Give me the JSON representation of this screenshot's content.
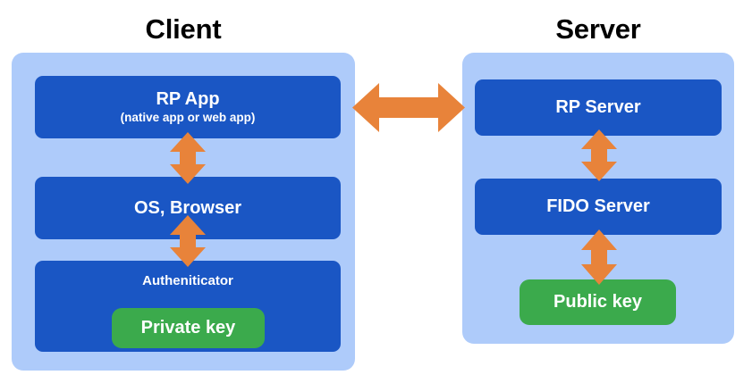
{
  "diagram": {
    "title_left": "Client",
    "title_right": "Server",
    "colors": {
      "background": "#ffffff",
      "panel": "#aecbfa",
      "node": "#1a56c4",
      "key": "#3baa4c",
      "arrow": "#e8833a",
      "text_light": "#ffffff",
      "text_dark": "#000000"
    }
  },
  "client": {
    "title": "Client",
    "nodes": {
      "rp_app": {
        "title": "RP App",
        "subtitle": "(native app or web app)"
      },
      "os_browser": {
        "title": "OS, Browser"
      },
      "authenticator": {
        "title": "Autheniticator",
        "key": "Private key"
      }
    }
  },
  "server": {
    "title": "Server",
    "nodes": {
      "rp_server": {
        "title": "RP Server"
      },
      "fido_server": {
        "title": "FIDO Server"
      },
      "public_key": {
        "title": "Public key"
      }
    }
  },
  "arrows": {
    "client_server": "double-horizontal-arrow",
    "rp_app_to_os": "double-vertical-arrow",
    "os_to_authenticator": "double-vertical-arrow",
    "rp_server_to_fido": "double-vertical-arrow",
    "fido_to_public_key": "double-vertical-arrow"
  }
}
